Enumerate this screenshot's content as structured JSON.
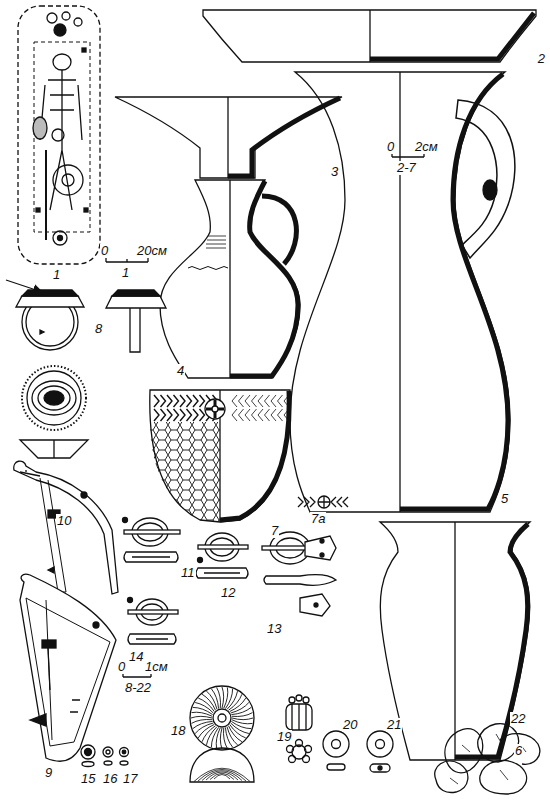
{
  "diagram": {
    "labels": [
      "1",
      "0",
      "20см",
      "1",
      "2",
      "3",
      "0",
      "2см",
      "2-7",
      "4",
      "5",
      "8",
      "7",
      "7а",
      "10",
      "11",
      "12",
      "13",
      "6",
      "9",
      "14",
      "0",
      "1см",
      "8-22",
      "18",
      "19",
      "20",
      "21",
      "22",
      "15",
      "16",
      "17"
    ]
  }
}
